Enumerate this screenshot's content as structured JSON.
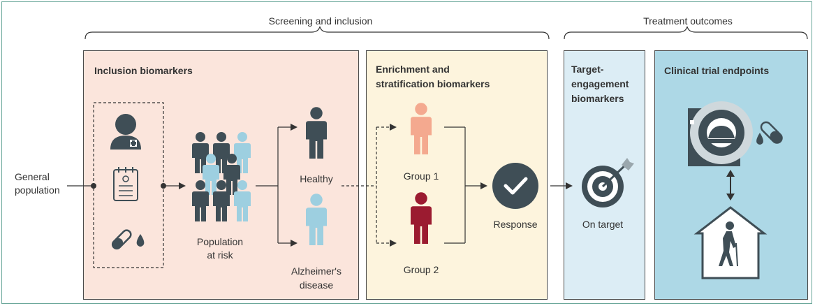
{
  "headers": {
    "screening": "Screening and inclusion",
    "treatment": "Treatment outcomes"
  },
  "panels": {
    "inclusion": {
      "title": "Inclusion biomarkers",
      "color": "#fbe5dc"
    },
    "enrichment": {
      "title_line1": "Enrichment and",
      "title_line2": "stratification biomarkers",
      "color": "#fdf4dd"
    },
    "target": {
      "title_line1": "Target-",
      "title_line2": "engagement",
      "title_line3": "biomarkers",
      "color": "#dcedf5"
    },
    "endpoints": {
      "title": "Clinical trial endpoints",
      "color": "#add8e6"
    }
  },
  "labels": {
    "general_line1": "General",
    "general_line2": "population",
    "population_line1": "Population",
    "population_line2": "at risk",
    "healthy": "Healthy",
    "alzheimers_line1": "Alzheimer's",
    "alzheimers_line2": "disease",
    "group1": "Group 1",
    "group2": "Group 2",
    "response": "Response",
    "on_target": "On target"
  },
  "colors": {
    "dark_person": "#3f4e56",
    "light_person": "#9dcfe0",
    "group1_person": "#f4a98f",
    "group2_person": "#9b1b30",
    "frame": "#6aa79a"
  },
  "icons": [
    "clinician-icon",
    "clipboard-icon",
    "test-tube-icon",
    "check-icon",
    "target-icon",
    "mri-scanner-icon",
    "blood-tube-icon",
    "elderly-person-home-icon"
  ]
}
